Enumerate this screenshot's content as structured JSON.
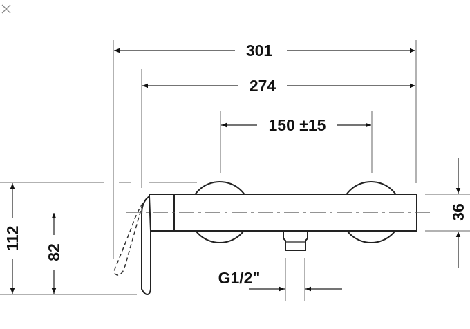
{
  "dimensions": {
    "overall_width": "301",
    "body_width": "274",
    "connection_spacing": "150 ±15",
    "body_height": "36",
    "total_height": "112",
    "centerline_height": "82",
    "outlet_thread": "G1/2\""
  },
  "controls": {
    "close_icon": "close-icon"
  }
}
